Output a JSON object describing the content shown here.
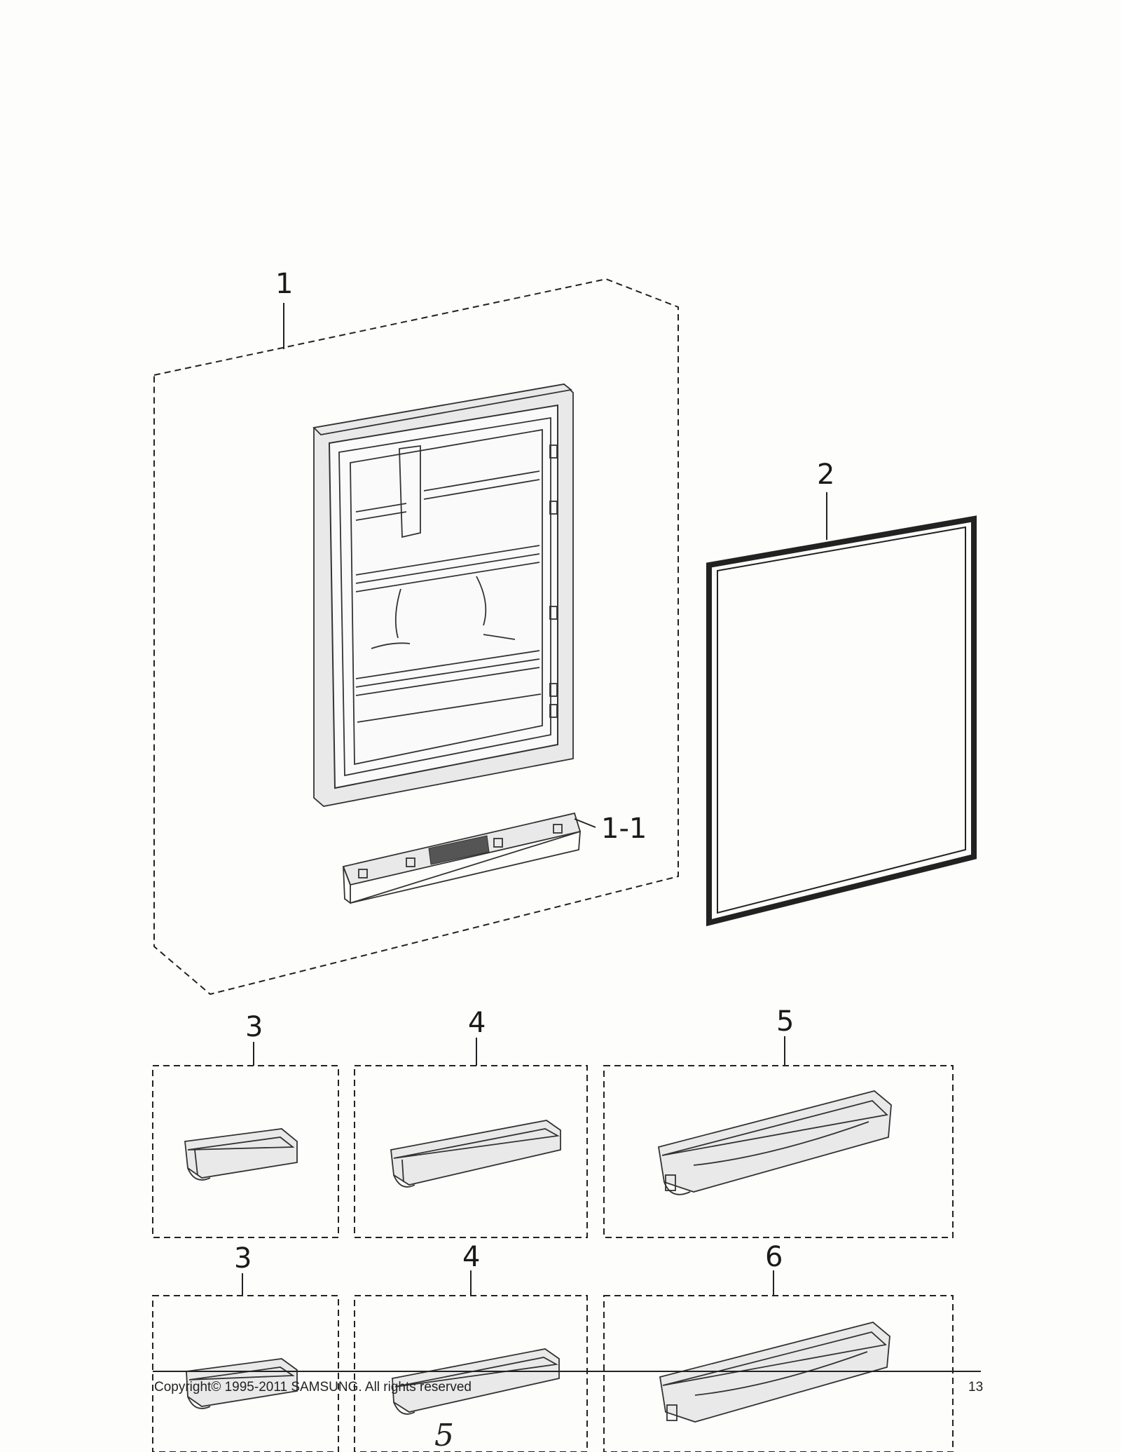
{
  "callouts": {
    "door_assembly": "1",
    "door_handle_trim": "1-1",
    "gasket": "2",
    "guard_small_top": "3",
    "guard_medium_top": "4",
    "guard_large_top": "5",
    "guard_small_bottom": "3",
    "guard_medium_bottom": "4",
    "guard_large_bottom": "6"
  },
  "footer": {
    "copyright": "Copyright© 1995-2011 SAMSUNG. All rights reserved",
    "page_number": "13"
  },
  "handwritten_note": "5"
}
